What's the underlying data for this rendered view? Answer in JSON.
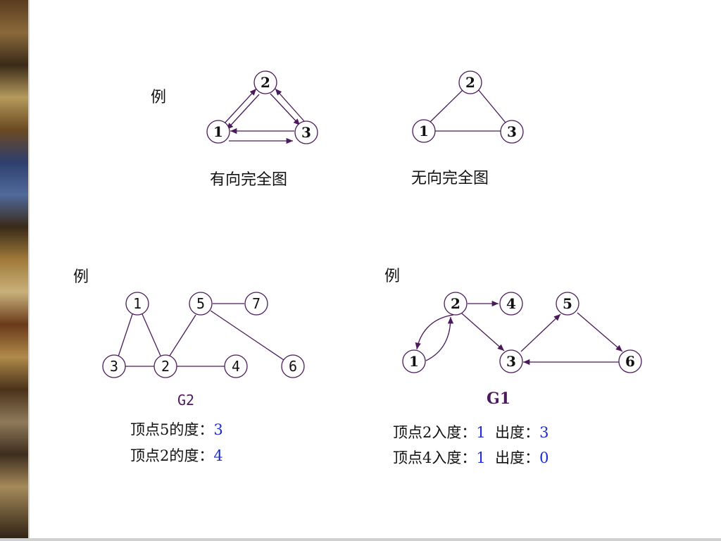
{
  "example_label": "例",
  "diagrams": {
    "directed_complete": {
      "caption": "有向完全图",
      "nodes": [
        "1",
        "2",
        "3"
      ]
    },
    "undirected_complete": {
      "caption": "无向完全图",
      "nodes": [
        "1",
        "2",
        "3"
      ]
    },
    "g2": {
      "name": "G2",
      "nodes": [
        "1",
        "5",
        "7",
        "3",
        "2",
        "4",
        "6"
      ],
      "degree_lines": [
        {
          "label": "顶点5的度：",
          "value": "3"
        },
        {
          "label": "顶点2的度：",
          "value": "4"
        }
      ]
    },
    "g1": {
      "name": "G1",
      "nodes": [
        "2",
        "4",
        "5",
        "1",
        "3",
        "6"
      ],
      "degree_lines": [
        {
          "label": "顶点2入度：",
          "in": "1",
          "out_label": "出度：",
          "out": "3"
        },
        {
          "label": "顶点4入度：",
          "in": "1",
          "out_label": "出度：",
          "out": "0"
        }
      ]
    }
  },
  "colors": {
    "edge": "#4a1a5a",
    "value_blue": "#1a2bd6"
  }
}
